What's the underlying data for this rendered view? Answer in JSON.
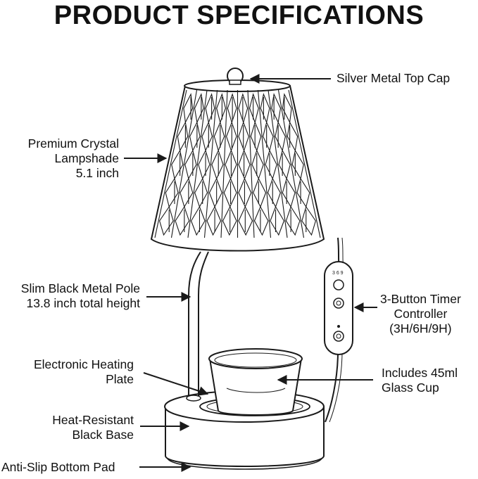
{
  "title": "PRODUCT SPECIFICATIONS",
  "labels": {
    "top_cap": "Silver Metal Top Cap",
    "lampshade": [
      "Premium Crystal",
      "Lampshade",
      "5.1 inch"
    ],
    "pole": [
      "Slim Black Metal Pole",
      "13.8 inch total height"
    ],
    "timer": [
      "3-Button Timer",
      "Controller",
      "(3H/6H/9H)"
    ],
    "heating_plate": [
      "Electronic Heating",
      "Plate"
    ],
    "glass_cup": [
      "Includes 45ml",
      "Glass Cup"
    ],
    "base": [
      "Heat-Resistant",
      "Black Base"
    ],
    "bottom_pad": "Anti-Slip Bottom Pad"
  },
  "controller_buttons": [
    "3",
    "6",
    "9"
  ],
  "colors": {
    "line": "#1a1a1a",
    "text": "#111111",
    "background": "#ffffff"
  }
}
